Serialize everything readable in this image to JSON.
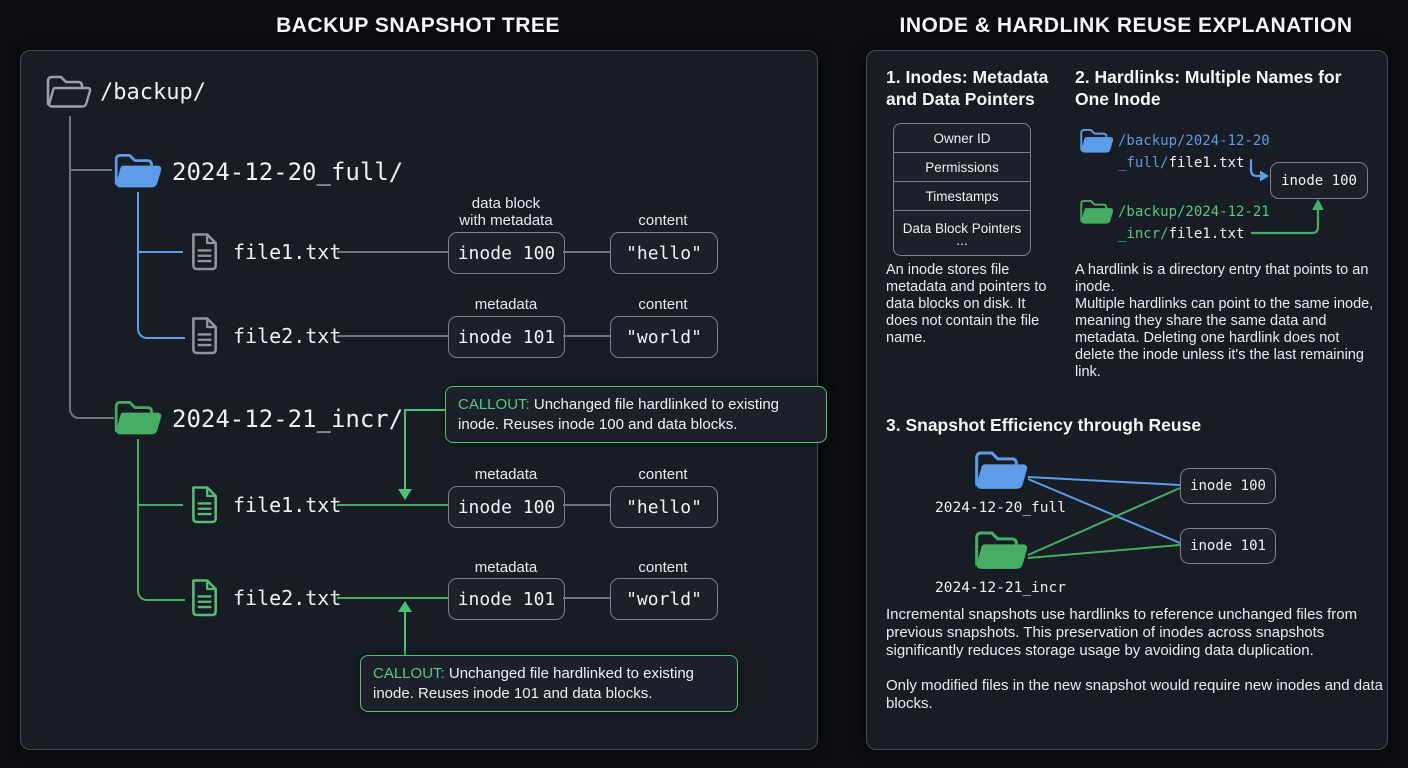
{
  "colors": {
    "background": "#0b0d11",
    "panel": "#181c24",
    "panel_border": "#454c57",
    "box_border": "#7a828e",
    "blue": "#5d9ce8",
    "green": "#47ad63",
    "green_text": "#58c97e",
    "callout_green": "#4cc273",
    "gray_icon": "#99a0ab",
    "text": "#eef1f5"
  },
  "left": {
    "title": "BACKUP SNAPSHOT TREE",
    "root_label": "/backup/",
    "full": {
      "label": "2024-12-20_full/",
      "file1": {
        "name": "file1.txt",
        "meta_label": "data block\nwith metadata",
        "inode": "inode 100",
        "content_label": "content",
        "content": "\"hello\""
      },
      "file2": {
        "name": "file2.txt",
        "meta_label": "metadata",
        "inode": "inode 101",
        "content_label": "content",
        "content": "\"world\""
      }
    },
    "incr": {
      "label": "2024-12-21_incr/",
      "file1": {
        "name": "file1.txt",
        "meta_label": "metadata",
        "inode": "inode 100",
        "content_label": "content",
        "content": "\"hello\""
      },
      "file2": {
        "name": "file2.txt",
        "meta_label": "metadata",
        "inode": "inode 101",
        "content_label": "content",
        "content": "\"world\""
      },
      "callout1": {
        "prefix": "CALLOUT:",
        "text": " Unchanged file hardlinked to existing inode. Reuses inode 100 and data blocks."
      },
      "callout2": {
        "prefix": "CALLOUT:",
        "text": " Unchanged file hardlinked to existing inode. Reuses inode 101 and data blocks."
      }
    }
  },
  "right": {
    "title": "INODE & HARDLINK REUSE EXPLANATION",
    "s1": {
      "heading": "1. Inodes: Metadata and Data Pointers",
      "fields": [
        "Owner ID",
        "Permissions",
        "Timestamps",
        "Data Block Pointers"
      ],
      "ellipsis": "...",
      "body": "An inode stores file metadata and pointers to data blocks on disk. It does not contain the file name."
    },
    "s2": {
      "heading": "2. Hardlinks: Multiple Names for One Inode",
      "path1": {
        "line1": "/backup/2024-12-20",
        "dir": "_full/",
        "file": "file1.txt"
      },
      "path2": {
        "line1": "/backup/2024-12-21",
        "dir": "_incr/",
        "file": "file1.txt"
      },
      "inode_label": "inode 100",
      "body1": "A hardlink is a directory entry that points to an inode.",
      "body2": "Multiple hardlinks can point to the same inode, meaning they share the same data and metadata. Deleting one hardlink does not delete the inode unless it's the last remaining link."
    },
    "s3": {
      "heading": "3. Snapshot Efficiency through Reuse",
      "full_label": "2024-12-20_full",
      "incr_label": "2024-12-21_incr",
      "inode1": "inode 100",
      "inode2": "inode 101",
      "body1": "Incremental snapshots use hardlinks to reference unchanged files from previous snapshots. This preservation of inodes across snapshots significantly reduces storage usage by avoiding data duplication.",
      "body2": "Only modified files in the new snapshot would require new inodes and data blocks."
    }
  }
}
